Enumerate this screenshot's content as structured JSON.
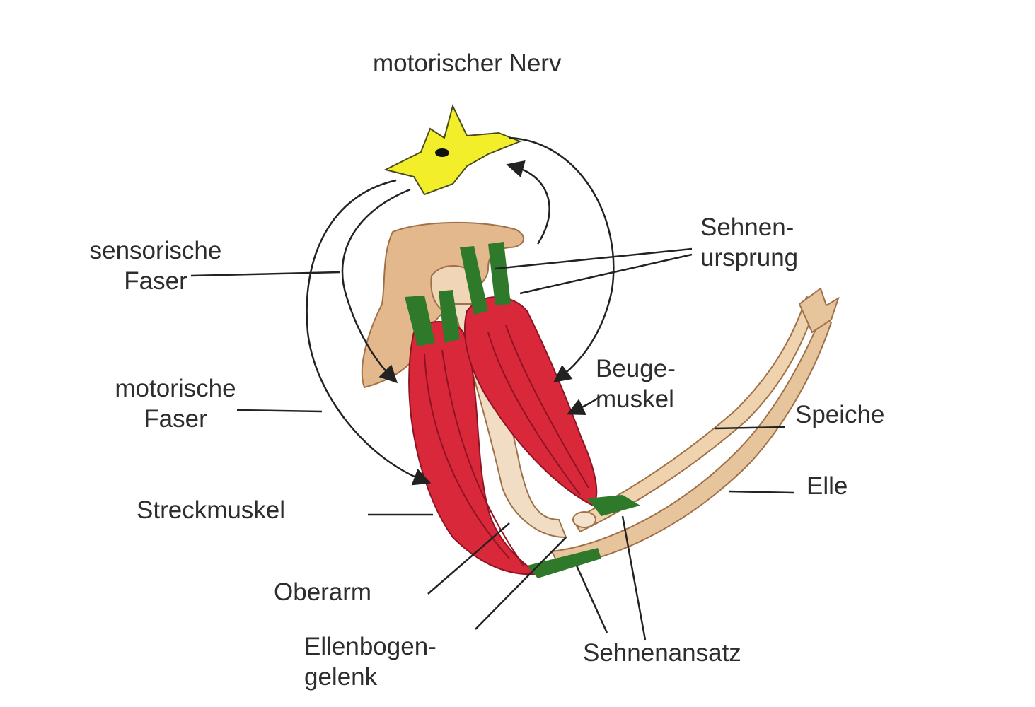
{
  "labels": {
    "nerve": "motorischer Nerv",
    "sensory_fiber": [
      "sensorische",
      "Faser"
    ],
    "motor_fiber": [
      "motorische",
      "Faser"
    ],
    "tendon_origin": [
      "Sehnen-",
      "ursprung"
    ],
    "flexor": [
      "Beuge-",
      "muskel"
    ],
    "radius": "Speiche",
    "ulna": "Elle",
    "extensor": "Streckmuskel",
    "upper_arm": "Oberarm",
    "elbow_joint": [
      "Ellenbogen-",
      "gelenk"
    ],
    "tendon_insertion": "Sehnenansatz"
  },
  "colors": {
    "neuron": "#f2ee2a",
    "bone": "#e2b88c",
    "muscle": "#d8283a",
    "tendon": "#2f7a2a",
    "line": "#222222"
  }
}
